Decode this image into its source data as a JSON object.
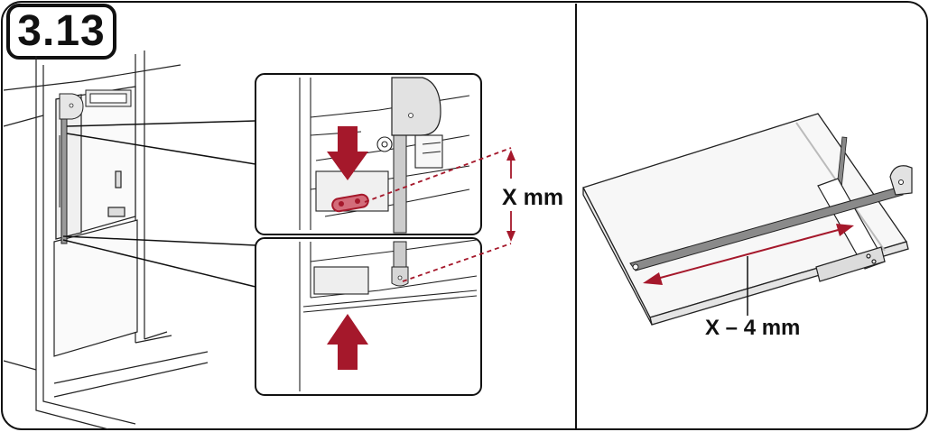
{
  "step": {
    "number": "3.13"
  },
  "dimensions": {
    "left_measure": "X mm",
    "right_measure": "X – 4 mm"
  },
  "colors": {
    "accent": "#a5182b",
    "line": "#111111",
    "wall": "#f2f2f2",
    "rail": "#777777",
    "board": "#f7f7f7"
  },
  "icons": [
    "arrow-down-icon",
    "arrow-up-icon",
    "measure-arrow-icon",
    "dimension-arrow-icon"
  ]
}
